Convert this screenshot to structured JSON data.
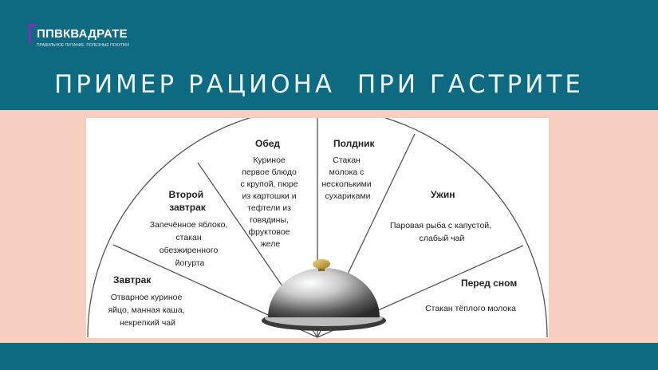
{
  "header": {
    "logo_name": "ППВКВАДРАТЕ",
    "logo_tagline": "ПРАВИЛЬНОЕ ПИТАНИЕ. ПОЛЕЗНЫЕ ПОКУПКИ",
    "title": "ПРИМЕР РАЦИОНА  ПРИ ГАСТРИТЕ"
  },
  "colors": {
    "band": "#0e6a80",
    "background": "#f7cfc0",
    "logo_accent": "#7a2fb5"
  },
  "meals": [
    {
      "name": "Завтрак",
      "lines": [
        "Отварное куриное",
        "яйцо, манная каша,",
        "некрепкий чай"
      ]
    },
    {
      "name": [
        "Второй",
        "завтрак"
      ],
      "lines": [
        "Запечённое яблоко,",
        "стакан",
        "обезжиренного",
        "йогурта"
      ]
    },
    {
      "name": "Обед",
      "lines": [
        "Куриное",
        "первое блюдо",
        "с крупой, пюре",
        "из картошки и",
        "тефтели из",
        "говядины,",
        "фруктовое",
        "желе"
      ]
    },
    {
      "name": "Полдник",
      "lines": [
        "Стакан",
        "молока с",
        "несколькими",
        "сухариками"
      ]
    },
    {
      "name": "Ужин",
      "lines": [
        "Паровая рыба с капустой,",
        "слабый чай"
      ]
    },
    {
      "name": "Перед сном",
      "lines": [
        "Стакан тёплого молока"
      ]
    }
  ]
}
